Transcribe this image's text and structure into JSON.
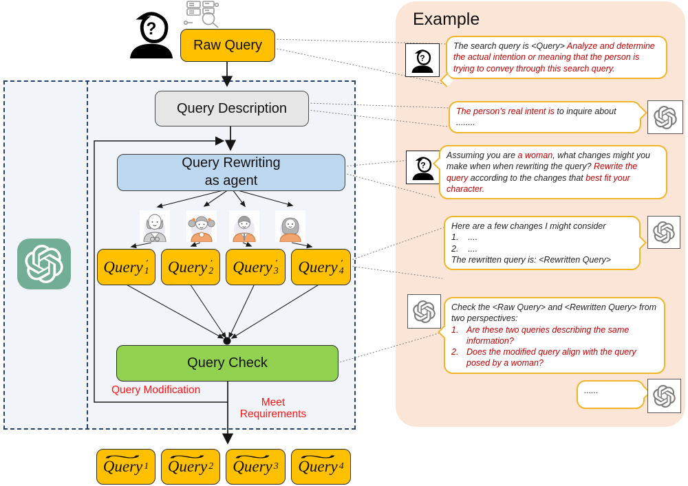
{
  "flow": {
    "raw_query": "Raw Query",
    "query_description": "Query Description",
    "query_rewriting_l1": "Query Rewriting",
    "query_rewriting_l2": "as agent",
    "query_check": "Query Check",
    "query_modification": "Query Modification",
    "meet_l1": "Meet",
    "meet_l2": "Requirements",
    "rewritten": [
      {
        "base": "Query",
        "prime": "′",
        "sub": "1"
      },
      {
        "base": "Query",
        "prime": "′",
        "sub": "2"
      },
      {
        "base": "Query",
        "prime": "′",
        "sub": "3"
      },
      {
        "base": "Query",
        "prime": "′",
        "sub": "4"
      }
    ],
    "outputs": [
      {
        "base": "Query",
        "tilde": "~",
        "sup": "1"
      },
      {
        "base": "Query",
        "tilde": "~",
        "sup": "2"
      },
      {
        "base": "Query",
        "tilde": "~",
        "sup": "3"
      },
      {
        "base": "Query",
        "tilde": "~",
        "sup": "4"
      }
    ]
  },
  "icons": {
    "user": "user-question-icon",
    "data_search": "database-search-icon",
    "openai": "openai-logo-icon",
    "personas": [
      "elderly-man-avatar",
      "young-girl-avatar",
      "young-man-avatar",
      "adult-woman-avatar"
    ]
  },
  "example": {
    "title": "Example",
    "bubble1_segments": [
      {
        "t": "The search query is <Query> ",
        "c": "dark"
      },
      {
        "t": "Analyze and determine the actual intention or meaning that the person is trying to convey through this search query.",
        "c": "red"
      }
    ],
    "bubble2_segments": [
      {
        "t": "The person’s real intent is ",
        "c": "red"
      },
      {
        "t": "to inquire about ........",
        "c": "dark"
      }
    ],
    "bubble3_segments": [
      {
        "t": "Assuming you are ",
        "c": "dark"
      },
      {
        "t": "a woman",
        "c": "red"
      },
      {
        "t": ", what changes might you make when when rewriting the query? ",
        "c": "dark"
      },
      {
        "t": "Rewrite the query",
        "c": "red"
      },
      {
        "t": " according to the changes that ",
        "c": "dark"
      },
      {
        "t": "best fit your character.",
        "c": "red"
      }
    ],
    "bubble4_segments": [
      {
        "t": "Here are a few changes I might consider",
        "c": "dark",
        "br": true
      },
      {
        "t": "1.    ....",
        "c": "dark",
        "br": true
      },
      {
        "t": "2.    ....",
        "c": "dark",
        "br": true
      },
      {
        "t": "The rewritten query is: <Rewritten Query>",
        "c": "dark"
      }
    ],
    "bubble5_intro": [
      {
        "t": "Check the <Raw Query> and <Rewritten Query> from two perspectives:",
        "c": "dark"
      }
    ],
    "bubble5_items": [
      {
        "n": "1.",
        "t": "Are these two queries describing the same information?"
      },
      {
        "n": "2.",
        "t": "Does the modified query align with the query posed by a woman?"
      }
    ],
    "bubble6_text": "......"
  },
  "colors": {
    "gold": "#FFC000",
    "blue": "#BDD7EE",
    "green": "#92D050",
    "gray_box": "#E7E6E6",
    "panel_peach": "#FBE5D6",
    "dashed_navy": "#24406E",
    "bubble_border": "#F0B428",
    "bubble_red": "#C00000",
    "flow_red": "#FF1414",
    "teal": "#72AD95"
  }
}
